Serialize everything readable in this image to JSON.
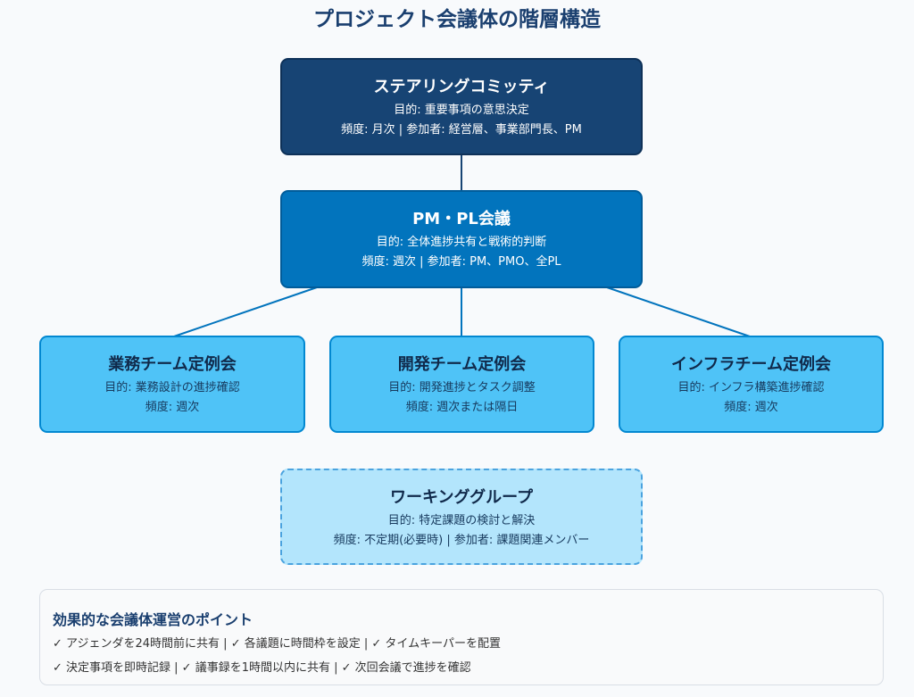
{
  "title": "プロジェクト会議体の階層構造",
  "steering": {
    "name": "ステアリングコミッティ",
    "purpose": "目的: 重要事項の意思決定",
    "detail": "頻度: 月次 | 参加者: 経営層、事業部門長、PM"
  },
  "pm": {
    "name": "PM・PL会議",
    "purpose": "目的: 全体進捗共有と戦術的判断",
    "detail": "頻度: 週次 | 参加者: PM、PMO、全PL"
  },
  "teams": [
    {
      "name": "業務チーム定例会",
      "purpose": "目的: 業務設計の進捗確認",
      "detail": "頻度: 週次"
    },
    {
      "name": "開発チーム定例会",
      "purpose": "目的: 開発進捗とタスク調整",
      "detail": "頻度: 週次または隔日"
    },
    {
      "name": "インフラチーム定例会",
      "purpose": "目的: インフラ構築進捗確認",
      "detail": "頻度: 週次"
    }
  ],
  "working_group": {
    "name": "ワーキンググループ",
    "purpose": "目的: 特定課題の検討と解決",
    "detail": "頻度: 不定期(必要時) | 参加者: 課題関連メンバー"
  },
  "points": {
    "heading": "効果的な会議体運営のポイント",
    "lines": [
      "✓ アジェンダを24時間前に共有 | ✓ 各議題に時間枠を設定 | ✓ タイムキーパーを配置",
      "✓ 決定事項を即時記録 | ✓ 議事録を1時間以内に共有 | ✓ 次回会議で進捗を確認"
    ]
  }
}
